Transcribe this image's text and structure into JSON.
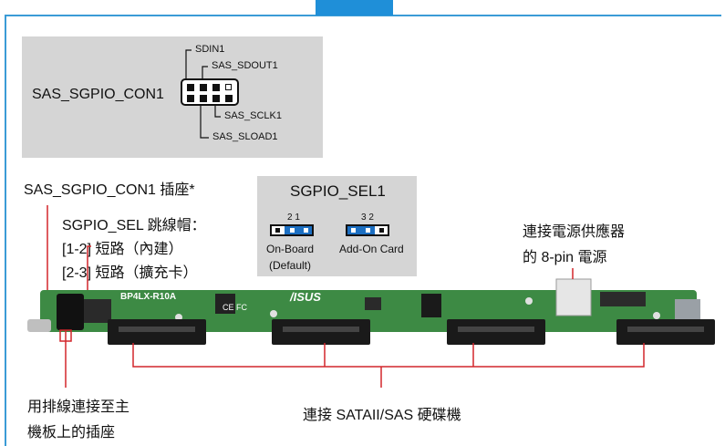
{
  "con_box": {
    "label": "SAS_SGPIO_CON1",
    "pins": [
      "SDIN1",
      "SAS_SDOUT1",
      "SAS_SCLK1",
      "SAS_SLOAD1"
    ]
  },
  "left_labels": {
    "connector": "SAS_SGPIO_CON1 插座*",
    "jumper_title": "SGPIO_SEL 跳線帽：",
    "setting_1": "[1-2] 短路（內建）",
    "setting_2": "[2-3] 短路（擴充卡）"
  },
  "sel_box": {
    "title": "SGPIO_SEL1",
    "onboard_pins": "2  1",
    "addon_pins": "3  2",
    "onboard_label": "On-Board",
    "onboard_default": "(Default)",
    "addon_label": "Add-On Card"
  },
  "right_label": {
    "line1": "連接電源供應器",
    "line2": "的 8-pin 電源"
  },
  "board": {
    "silk_model": "BP4LX-R10A",
    "logo": "/ISUS",
    "ce": "CE FC"
  },
  "bottom_labels": {
    "cable": {
      "line1": "用排線連接至主",
      "line2": "機板上的插座"
    },
    "sata": "連接 SATAII/SAS 硬碟機"
  },
  "colors": {
    "accent": "#1f8fd8",
    "pcb": "#3d8a44",
    "box": "#d5d5d5"
  }
}
